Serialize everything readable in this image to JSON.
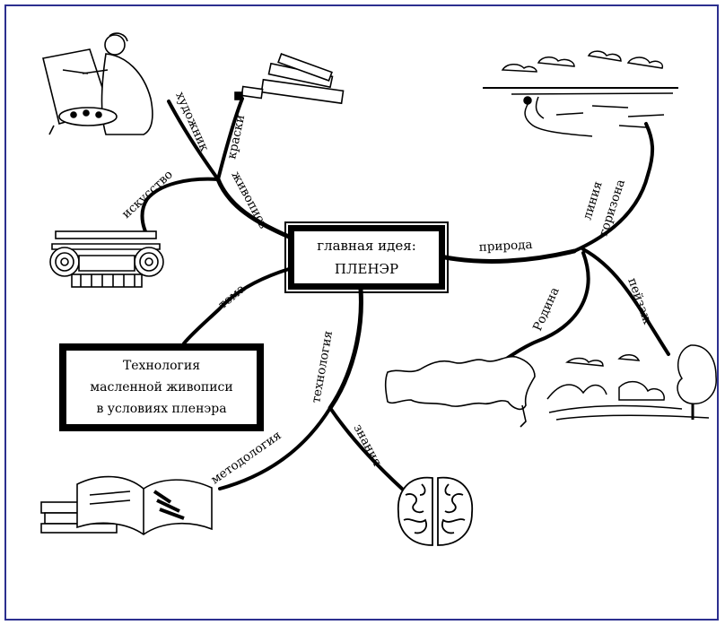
{
  "central_topic": {
    "line1": "главная идея:",
    "line2": "ПЛЕНЭР"
  },
  "subtopic": {
    "line1": "Технология",
    "line2": "масленной живописи",
    "line3": "в условиях пленэра"
  },
  "branches": {
    "painting": "живопись",
    "artist": "художник",
    "paints": "краски",
    "art": "искусство",
    "theme": "тема",
    "technology": "технология",
    "methodology": "методология",
    "knowledge": "знания",
    "nature": "природа",
    "horizon_line_1": "линия",
    "horizon_line_2": "горизона",
    "landscape": "пейзаж",
    "homeland": "Родина"
  },
  "icons": [
    "painter-icon",
    "paint-tubes-icon",
    "ionic-capital-icon",
    "open-book-icon",
    "brain-icon",
    "russia-map-icon",
    "river-landscape-icon",
    "trees-landscape-icon"
  ],
  "colors": {
    "frame": "#2c2f8f",
    "ink": "#000000",
    "background": "#ffffff"
  }
}
